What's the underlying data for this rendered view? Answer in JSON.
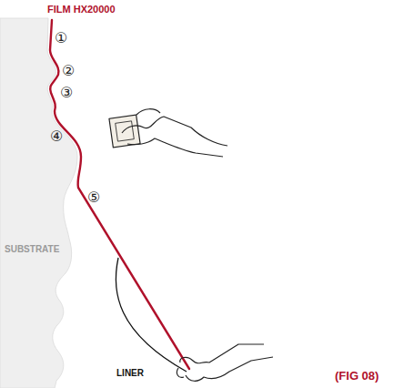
{
  "diagram": {
    "labels": [
      "FILM HX20000",
      "①",
      "②",
      "③",
      "④",
      "⑤",
      "SUBSTRATE",
      "LINER",
      "(FIG 08)"
    ]
  }
}
